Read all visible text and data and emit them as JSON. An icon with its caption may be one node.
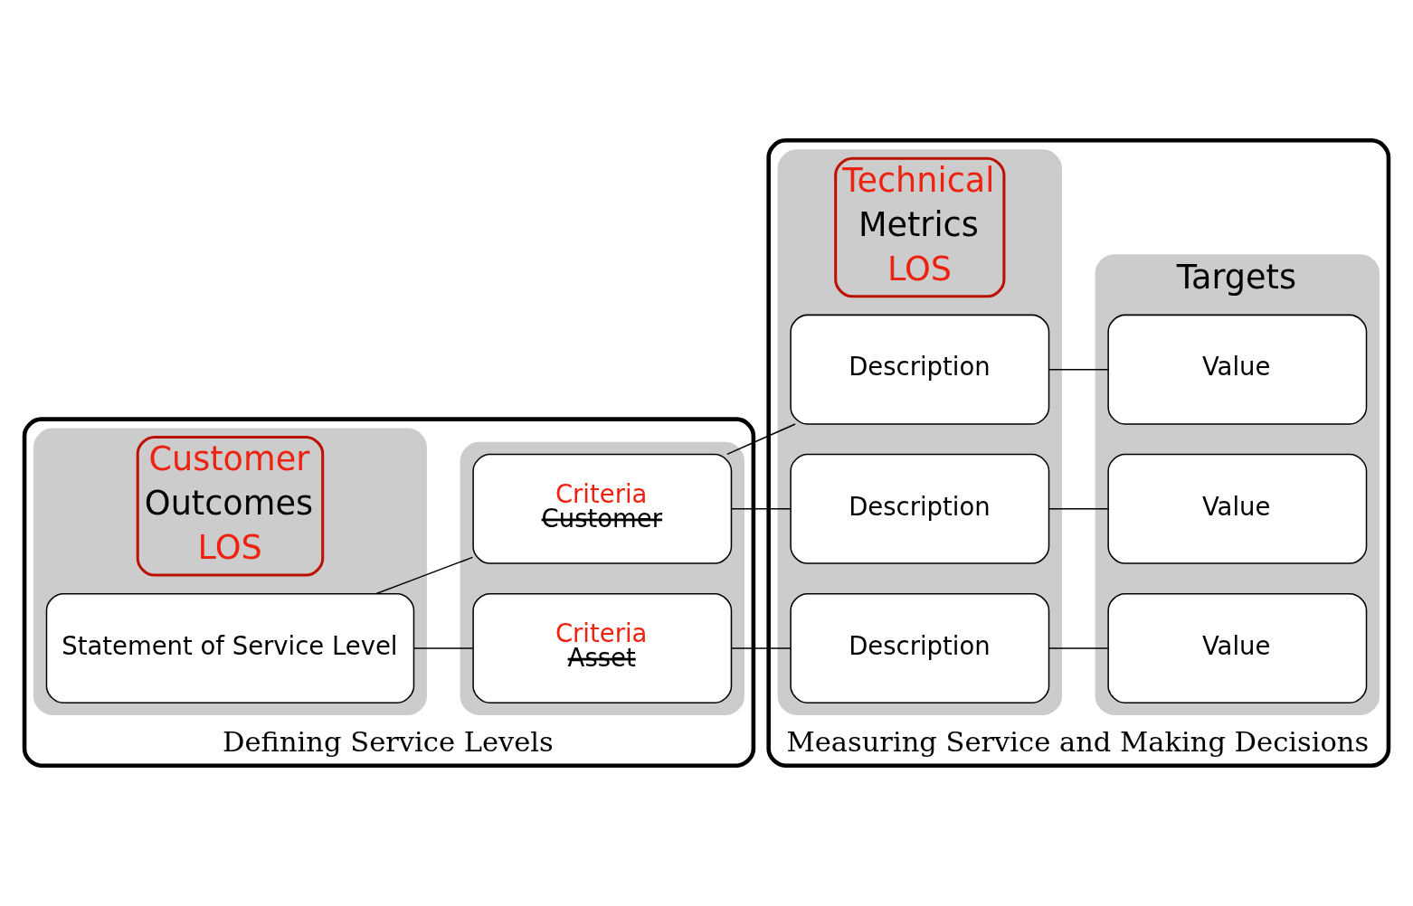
{
  "diagram": {
    "nodes": [
      {
        "text": [
          "Defining Service Levels"
        ]
      },
      {
        "text": [
          "Customer Outcomes LOS"
        ],
        "in": 0
      },
      {
        "text": [
          "Statement of Service Level"
        ],
        "in": 1
      },
      {
        "text": [],
        "shape": "box",
        "in": 0
      },
      {
        "text": [
          "Criteria",
          "Customer"
        ],
        "in": 3
      },
      {
        "text": [
          "Criteria",
          "Asset"
        ],
        "in": 3
      },
      {
        "text": [
          "Measuring Service and Making Decisions"
        ]
      },
      {
        "text": [
          "Technical Metrics LOS"
        ],
        "in": 6
      },
      {
        "text": [
          "Description"
        ],
        "in": 7
      },
      {
        "text": [
          "Description"
        ],
        "in": 7
      },
      {
        "text": [
          "Description"
        ],
        "in": 7
      },
      {
        "text": [
          "Targets"
        ],
        "in": 6
      },
      {
        "text": [
          "Value"
        ],
        "in": 11
      },
      {
        "text": [
          "Value"
        ],
        "in": 11
      },
      {
        "text": [
          "Value"
        ],
        "in": 11
      }
    ],
    "edges": [
      {
        "from": 2,
        "to": 4,
        "arrow": "none"
      },
      {
        "from": 2,
        "to": 5,
        "arrow": "none"
      },
      {
        "from": 4,
        "to": 8,
        "arrow": "none"
      },
      {
        "from": 4,
        "to": 9,
        "arrow": "none"
      },
      {
        "from": 5,
        "to": 10,
        "arrow": "none"
      },
      {
        "from": 8,
        "to": 12,
        "arrow": "none"
      },
      {
        "from": 9,
        "to": 13,
        "arrow": "none"
      },
      {
        "from": 10,
        "to": 14,
        "arrow": "none"
      }
    ]
  }
}
